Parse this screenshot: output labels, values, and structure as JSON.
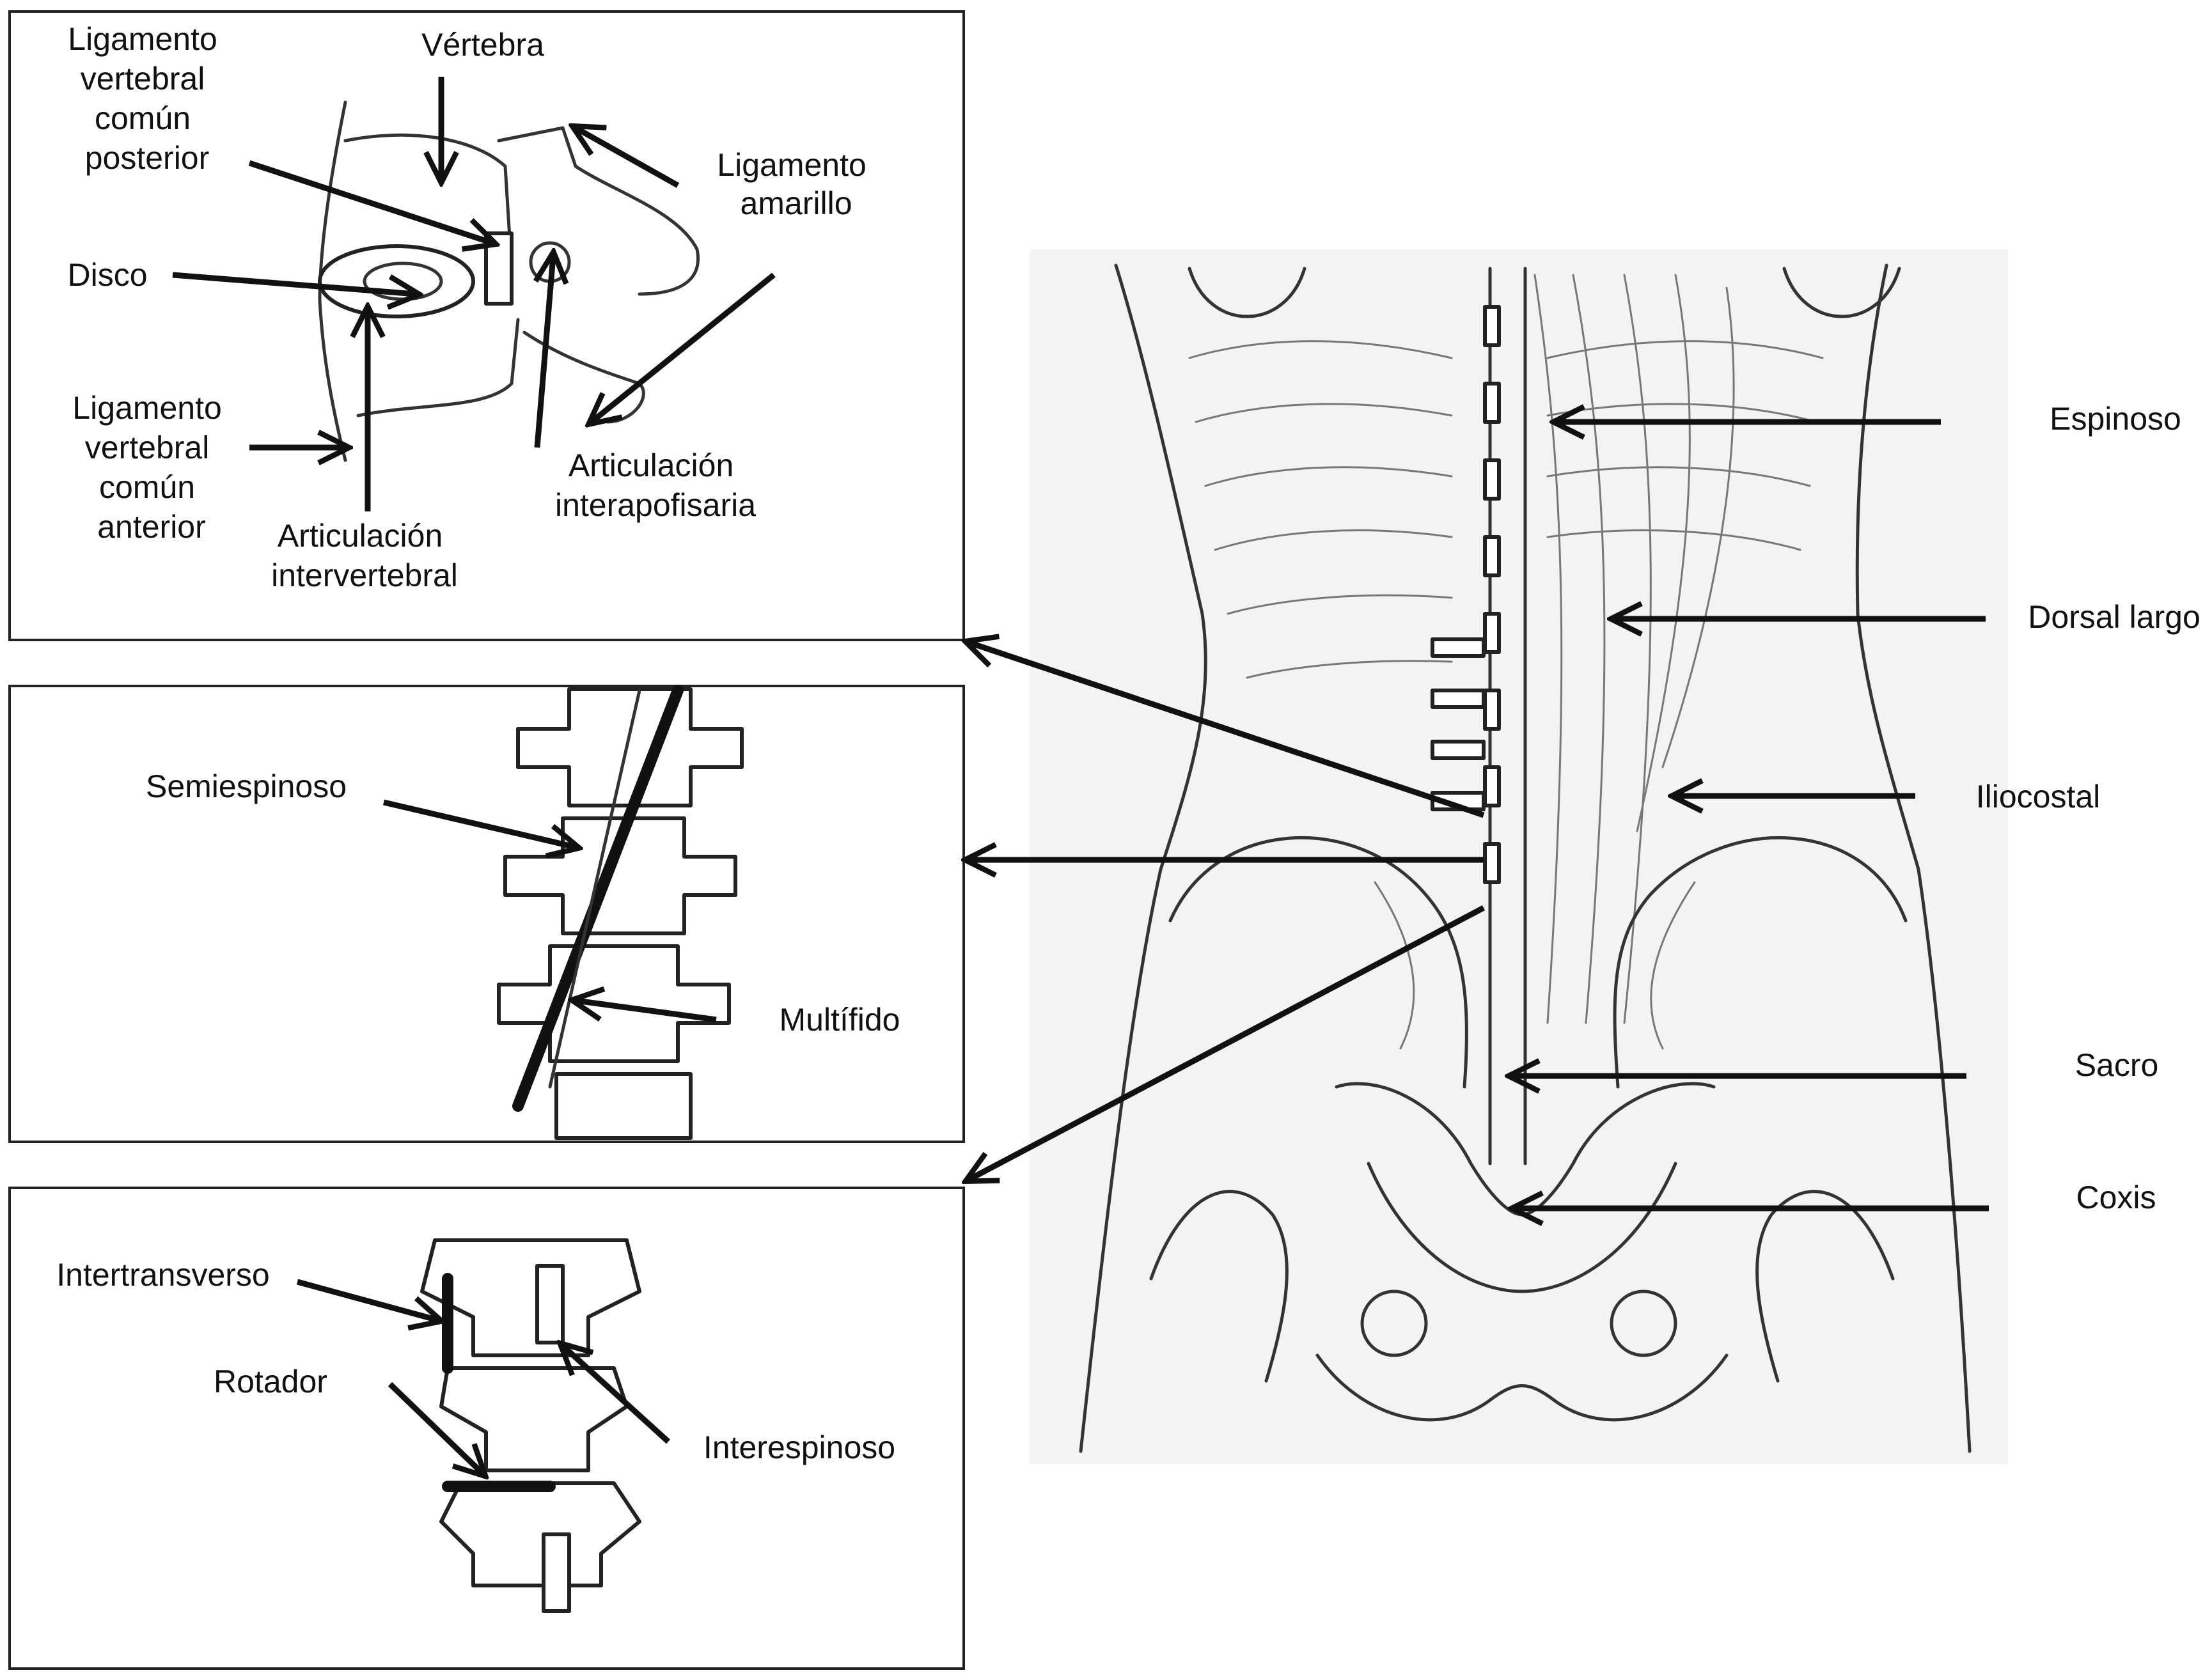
{
  "panels": {
    "top": {
      "labels": {
        "ligamento_posterior": [
          "Ligamento",
          "vertebral",
          "común",
          "posterior"
        ],
        "vertebra": [
          "Vértebra"
        ],
        "ligamento_amarillo": [
          "Ligamento",
          "amarillo"
        ],
        "disco": [
          "Disco"
        ],
        "ligamento_anterior": [
          "Ligamento",
          "vertebral",
          "común",
          "anterior"
        ],
        "articulacion_intervertebral": [
          "Articulación",
          "intervertebral"
        ],
        "articulacion_interapofisaria": [
          "Articulación",
          "interapofisaria"
        ]
      }
    },
    "middle": {
      "labels": {
        "semiespinoso": [
          "Semiespinoso"
        ],
        "multifido": [
          "Multífido"
        ]
      }
    },
    "bottom": {
      "labels": {
        "intertransverso": [
          "Intertransverso"
        ],
        "rotador": [
          "Rotador"
        ],
        "interespinoso": [
          "Interespinoso"
        ]
      }
    }
  },
  "back": {
    "labels": {
      "espinoso": [
        "Espinoso"
      ],
      "dorsal_largo": [
        "Dorsal largo"
      ],
      "iliocostal": [
        "Iliocostal"
      ],
      "sacro": [
        "Sacro"
      ],
      "coxis": [
        "Coxis"
      ]
    }
  },
  "colors": {
    "line": "#111111",
    "frame": "#222222",
    "background": "#ffffff"
  }
}
